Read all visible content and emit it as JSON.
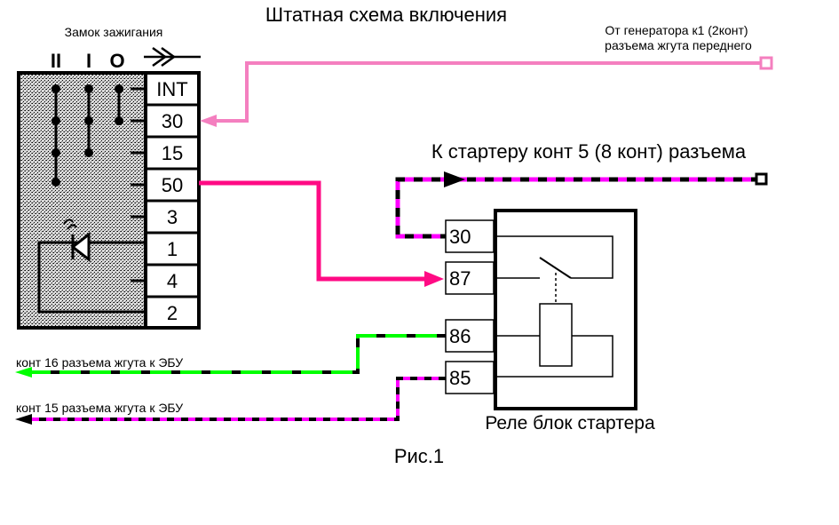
{
  "title": "Штатная схема включения",
  "ignition_switch": {
    "label": "Замок зажигания",
    "positions": [
      "II",
      "I",
      "O"
    ],
    "terminals": [
      "INT",
      "30",
      "15",
      "50",
      "3",
      "1",
      "4",
      "2"
    ]
  },
  "generator_note": {
    "line1": "От генератора  к1  (2конт)",
    "line2": "разъема  жгута переднего"
  },
  "starter_note": "К стартеру конт 5 (8 конт) разъема",
  "relay": {
    "label": "Реле блок стартера",
    "pins": [
      "30",
      "87",
      "86",
      "85"
    ]
  },
  "ecu_16_note": "конт 16 разъема жгута к ЭБУ",
  "ecu_15_note": "конт 15 разъема жгута к ЭБУ",
  "caption": "Рис.1",
  "colors": {
    "generator_wire": "#f47fbf",
    "start_wire": "#ff0a84",
    "violet_wire": "#ff00ff",
    "green_wire": "#00ff00",
    "stipple": "#c8c8c8"
  }
}
